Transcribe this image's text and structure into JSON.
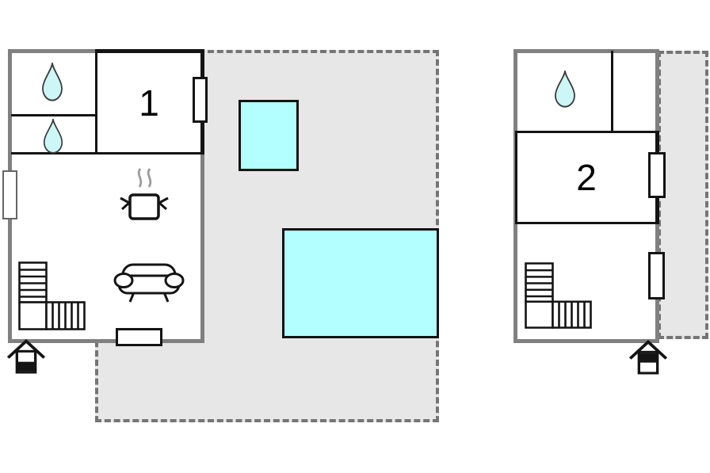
{
  "title": "Holiday home floor plan",
  "colors": {
    "page_bg": "#ffffff",
    "wall_outer": "#808080",
    "wall_inner": "#141414",
    "terrace_fill": "#e7e7e7",
    "terrace_border": "#757575",
    "pool_fill": "#b3ffff",
    "pool_border": "#141414",
    "drop_fill": "#cdf6f6",
    "drop_stroke": "#3c3c3c",
    "steam": "#9c9c9c",
    "icon_stroke": "#141414",
    "window_frame_gray": "#666666"
  },
  "floorplan": {
    "unit1": {
      "bedroom_label": "1",
      "features": [
        "bathroom-water-drop",
        "shower-water-drop",
        "bedroom-window",
        "left-wall-window",
        "cooking-pot-kitchen",
        "sofa-living-area",
        "l-shaped-stairs",
        "bottom-door",
        "entrance-marker"
      ]
    },
    "unit2": {
      "bedroom_label": "2",
      "features": [
        "bathroom-water-drop",
        "bedroom-window",
        "lower-window",
        "l-shaped-stairs",
        "entrance-marker"
      ]
    },
    "outdoor": {
      "terrace_left": "dashed gray terrace with small and large water features",
      "terrace_right": "dashed gray terrace strip"
    }
  },
  "icons": {
    "water_drop": "teardrop glyph marking bath/shower",
    "cooking_pot": "pot with steam marking kitchen",
    "sofa": "sofa glyph marking living area",
    "stairs": "L-shaped staircase glyph",
    "entrance": "house-shaped entrance marker with roof chevron",
    "window": "white rectangle on wall",
    "door": "white rectangle opening in wall"
  }
}
